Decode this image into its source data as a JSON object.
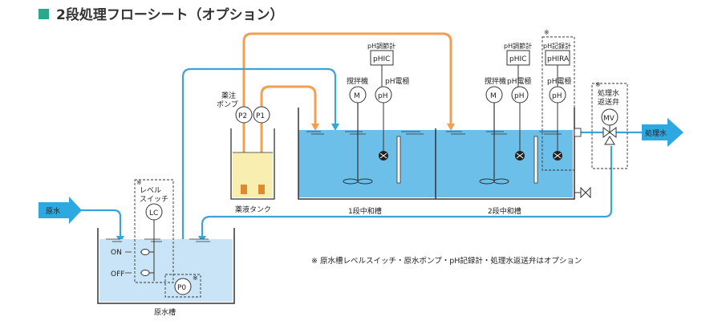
{
  "title": "2段処理フローシート（オプション）",
  "colors": {
    "accent": "#2aaa8a",
    "water": "#6bbfe8",
    "water_light": "#c8e4f6",
    "orange": "#f0a050",
    "chemical": "#f7eeb0",
    "pipe_blue": "#3aa3d8"
  },
  "labels": {
    "raw_water_in": "原水",
    "treated_water_out": "処理水",
    "raw_tank": "原水槽",
    "chem_tank": "薬液タンク",
    "stage1": "1段中和槽",
    "stage2": "2段中和槽",
    "pump_label": "薬注\nポンプ",
    "level_switch": "レベル\nスイッチ",
    "on": "ON",
    "off": "OFF",
    "p0": "P0",
    "p1": "P1",
    "p2": "P2",
    "lc": "LC",
    "mixer1": "撹拌機",
    "mixer2": "撹拌機",
    "m": "M",
    "ph": "pH",
    "ph_electrode1": "pH電極",
    "ph_electrode2": "pH電極",
    "ph_electrode3": "pH電極",
    "ph_controller1": "pH調節計",
    "ph_controller2": "pH調節計",
    "phic": "pHIC",
    "ph_recorder": "pH記録計",
    "phira": "pHIRA",
    "return_valve": "処理水\n返送弁",
    "mv": "MV",
    "asterisk": "※",
    "note": "※ 原水槽レベルスイッチ・原水ポンプ・pH記録計・処理水返送弁はオプション"
  }
}
